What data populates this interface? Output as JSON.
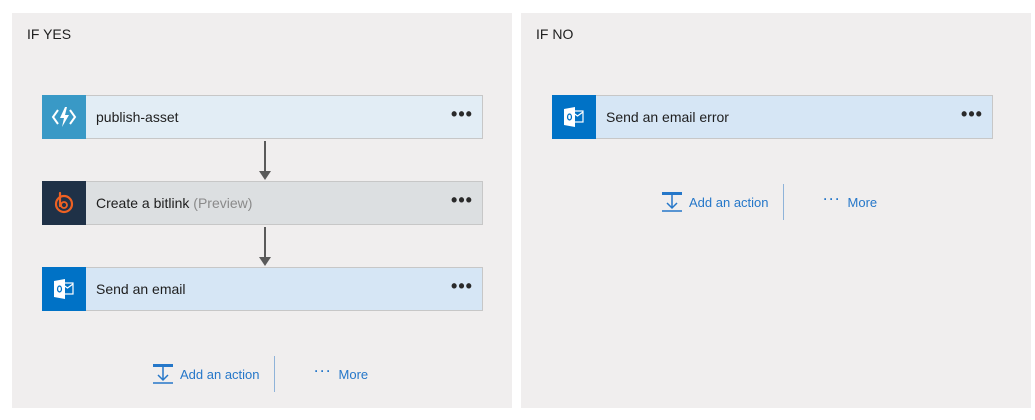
{
  "colors": {
    "panel_bg": "#f0eeee",
    "azure_blue": "#3999c6",
    "bitly_dark": "#1f3147",
    "bitly_orange": "#ee6123",
    "outlook_blue": "#0072c6",
    "link_blue": "#2577c9"
  },
  "yes_branch": {
    "title": "IF YES",
    "steps": [
      {
        "label": "publish-asset",
        "icon": "azure-function-icon"
      },
      {
        "label": "Create a bitlink",
        "suffix": "(Preview)",
        "icon": "bitly-icon"
      },
      {
        "label": "Send an email",
        "icon": "outlook-icon"
      }
    ],
    "add_action": "Add an action",
    "more": "More"
  },
  "no_branch": {
    "title": "IF NO",
    "steps": [
      {
        "label": "Send an email error",
        "icon": "outlook-icon"
      }
    ],
    "add_action": "Add an action",
    "more": "More"
  },
  "menu_glyph": "•••"
}
